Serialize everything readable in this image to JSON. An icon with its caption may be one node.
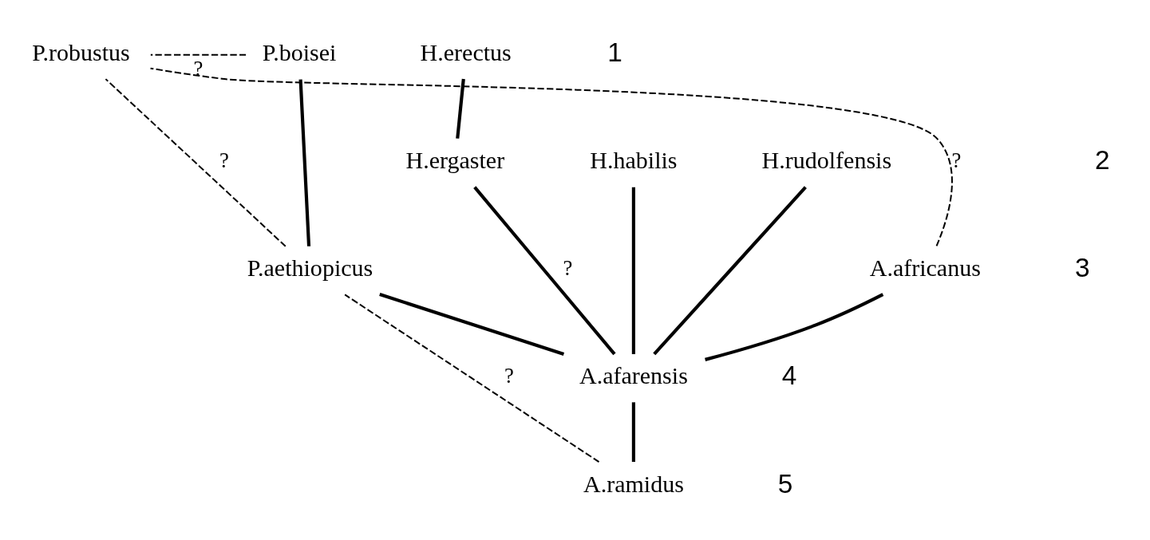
{
  "diagram": {
    "nodes": [
      {
        "text": [
          "H.erectus"
        ]
      },
      {
        "text": [
          "H.ergaster"
        ]
      },
      {
        "text": [
          "H.habilis"
        ]
      },
      {
        "text": [
          "H.rudolfensis"
        ]
      },
      {
        "text": [
          "P.robustus"
        ]
      },
      {
        "text": [
          "P.boisei"
        ]
      },
      {
        "text": [
          "A.africanus"
        ]
      },
      {
        "text": [
          "P.aethiopicus"
        ]
      },
      {
        "text": [
          "A.afarensis"
        ]
      },
      {
        "text": [
          "A.ramidus"
        ]
      }
    ],
    "edges": [
      {
        "from": 9,
        "to": 8,
        "arrow": "none"
      },
      {
        "from": 8,
        "to": 6,
        "arrow": "none"
      },
      {
        "from": 8,
        "to": 7,
        "arrow": "none"
      },
      {
        "from": 8,
        "to": 3,
        "arrow": "none"
      },
      {
        "from": 8,
        "to": 1,
        "arrow": "none",
        "label": "?"
      },
      {
        "from": 8,
        "to": 2,
        "arrow": "none"
      },
      {
        "from": 1,
        "to": 0,
        "arrow": "none"
      },
      {
        "from": 7,
        "to": 5,
        "arrow": "none"
      },
      {
        "from": 6,
        "to": 4,
        "arrow": "none",
        "label": "?",
        "style": "dashed"
      },
      {
        "from": 7,
        "to": 4,
        "arrow": "none",
        "label": "?",
        "style": "dashed"
      },
      {
        "from": 5,
        "to": 4,
        "arrow": "none",
        "label": "?",
        "style": "dashed"
      },
      {
        "from": 9,
        "to": 7,
        "arrow": "none",
        "label": "?",
        "style": "dashed"
      }
    ],
    "labels": [
      "1",
      "2",
      "3",
      "4",
      "5"
    ]
  }
}
